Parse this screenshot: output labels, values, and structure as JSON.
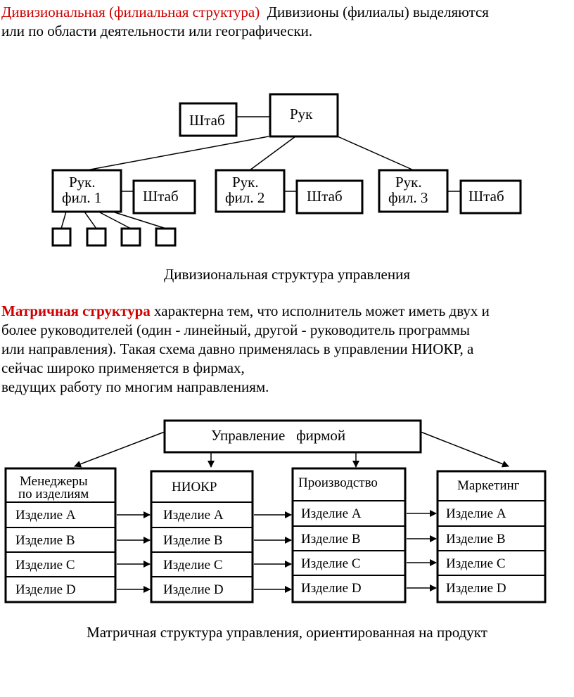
{
  "intro": {
    "term": "Дивизиональная (филиальная структура)",
    "text_line1": "Дивизионы (филиалы) выделяются",
    "text_line2": "или по области деятельности или географически.",
    "term_color": "#d00000"
  },
  "divisional_diagram": {
    "top": "Рук",
    "staff": "Штаб",
    "branches": [
      {
        "line1": "Рук.",
        "line2": "фил. 1",
        "staff": "Штаб"
      },
      {
        "line1": "Рук.",
        "line2": "фил. 2",
        "staff": "Штаб"
      },
      {
        "line1": "Рук.",
        "line2": "фил. 3",
        "staff": "Штаб"
      }
    ],
    "caption": "Дивизиональная структура управления"
  },
  "matrix_intro": {
    "term": "Матричная структура",
    "line1": "характерна тем, что исполнитель может иметь двух и",
    "line2": "более руководителей (один - линейный, другой - руководитель программы",
    "line3": "или направления). Такая схема давно применялась в управлении НИОКР, а",
    "line4": "сейчас широко применяется в фирмах,",
    "line5": "ведущих работу по многим направлениям."
  },
  "matrix_diagram": {
    "top": "Управление   фирмой",
    "columns": [
      {
        "header_line1": "Менеджеры",
        "header_line2": "по изделиям",
        "items": [
          "Изделие А",
          "Изделие В",
          "Изделие С",
          "Изделие D"
        ]
      },
      {
        "header_line1": "НИОКР",
        "header_line2": "",
        "items": [
          "Изделие А",
          "Изделие В",
          "Изделие С",
          "Изделие D"
        ]
      },
      {
        "header_line1": "Производство",
        "header_line2": "",
        "items": [
          "Изделие А",
          "Изделие В",
          "Изделие С",
          "Изделие D"
        ]
      },
      {
        "header_line1": "Маркетинг",
        "header_line2": "",
        "items": [
          "Изделие А",
          "Изделие В",
          "Изделие С",
          "Изделие D"
        ]
      }
    ],
    "caption": "Матричная структура управления, ориентированная на продукт"
  }
}
